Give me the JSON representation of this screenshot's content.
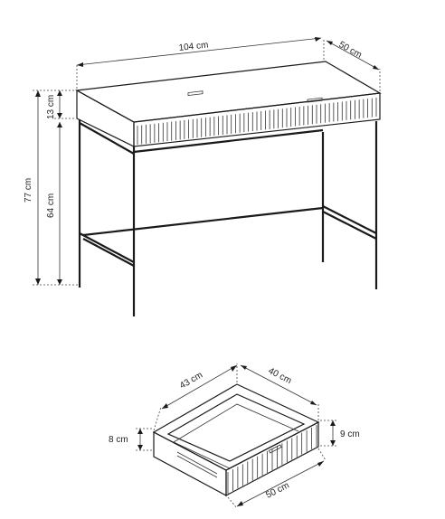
{
  "desk": {
    "width_label": "104 cm",
    "depth_label": "50 cm",
    "height_total_label": "77 cm",
    "top_height_label": "13 cm",
    "leg_height_label": "64 cm"
  },
  "drawer": {
    "width_label": "43 cm",
    "depth_label": "40 cm",
    "inner_height_label": "8 cm",
    "front_height_label": "9 cm",
    "front_width_label": "50 cm"
  },
  "colors": {
    "line": "#1a1a1a",
    "background": "#ffffff"
  }
}
